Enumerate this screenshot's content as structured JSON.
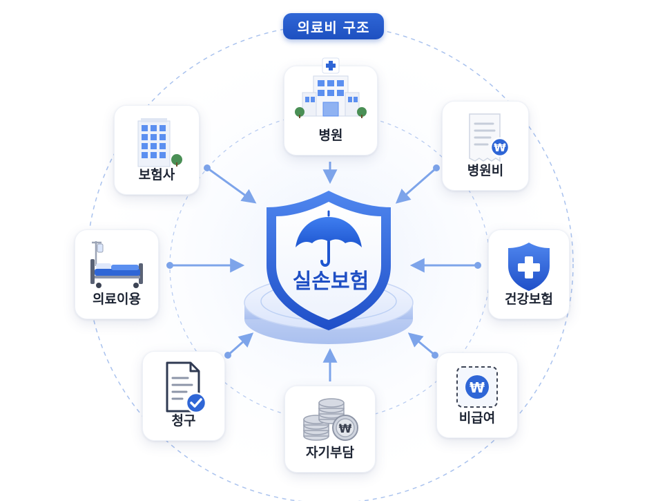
{
  "title": "의료비 구조",
  "center": {
    "label": "실손보험"
  },
  "nodes": {
    "hospital": "병원",
    "insurer": "보험사",
    "medical_fee": "병원비",
    "medical_use": "의료이용",
    "health_insurance": "건강보험",
    "claim": "청구",
    "non_covered": "비급여",
    "out_of_pocket": "자기부담"
  },
  "currency_symbol": "₩",
  "colors": {
    "accent": "#2f66d6",
    "connector": "#7da4ea",
    "ring": "#a9c2ee",
    "text": "#1d2433"
  },
  "icons": {
    "hospital": "hospital-building-icon",
    "insurer": "office-building-icon",
    "medical_fee": "receipt-won-icon",
    "medical_use": "hospital-bed-icon",
    "health_insurance": "shield-cross-icon",
    "claim": "document-check-icon",
    "non_covered": "won-coin-dashed-icon",
    "out_of_pocket": "coin-stack-icon",
    "center_umbrella": "umbrella-icon",
    "center_shield": "shield-icon"
  }
}
